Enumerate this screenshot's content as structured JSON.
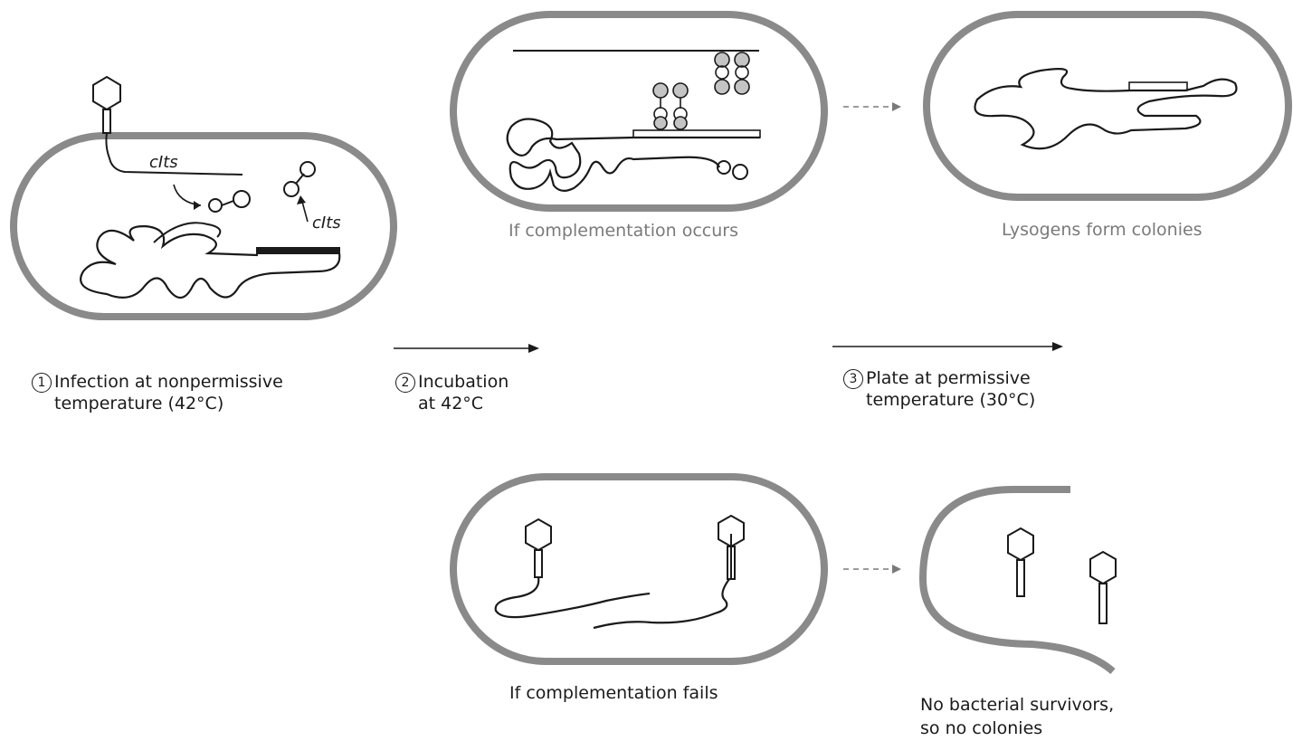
{
  "steps": [
    {
      "number": "1",
      "line1": "Infection at nonpermissive",
      "line2": "temperature (42°C)"
    },
    {
      "number": "2",
      "line1": "Incubation",
      "line2": "at 42°C"
    },
    {
      "number": "3",
      "line1": "Plate at permissive",
      "line2": "temperature (30°C)"
    }
  ],
  "labels": {
    "gene_top": "cIts",
    "gene_chromosome": "cIts",
    "complementation_occurs": "If complementation occurs",
    "lysogens": "Lysogens form colonies",
    "complementation_fails": "If complementation fails",
    "no_survivors_line1": "No bacterial survivors,",
    "no_survivors_line2": "so no colonies"
  },
  "colors": {
    "cell_wall": "#8a8a8a",
    "ink": "#1a1a1a",
    "caption_grey": "#7a7a7a"
  }
}
